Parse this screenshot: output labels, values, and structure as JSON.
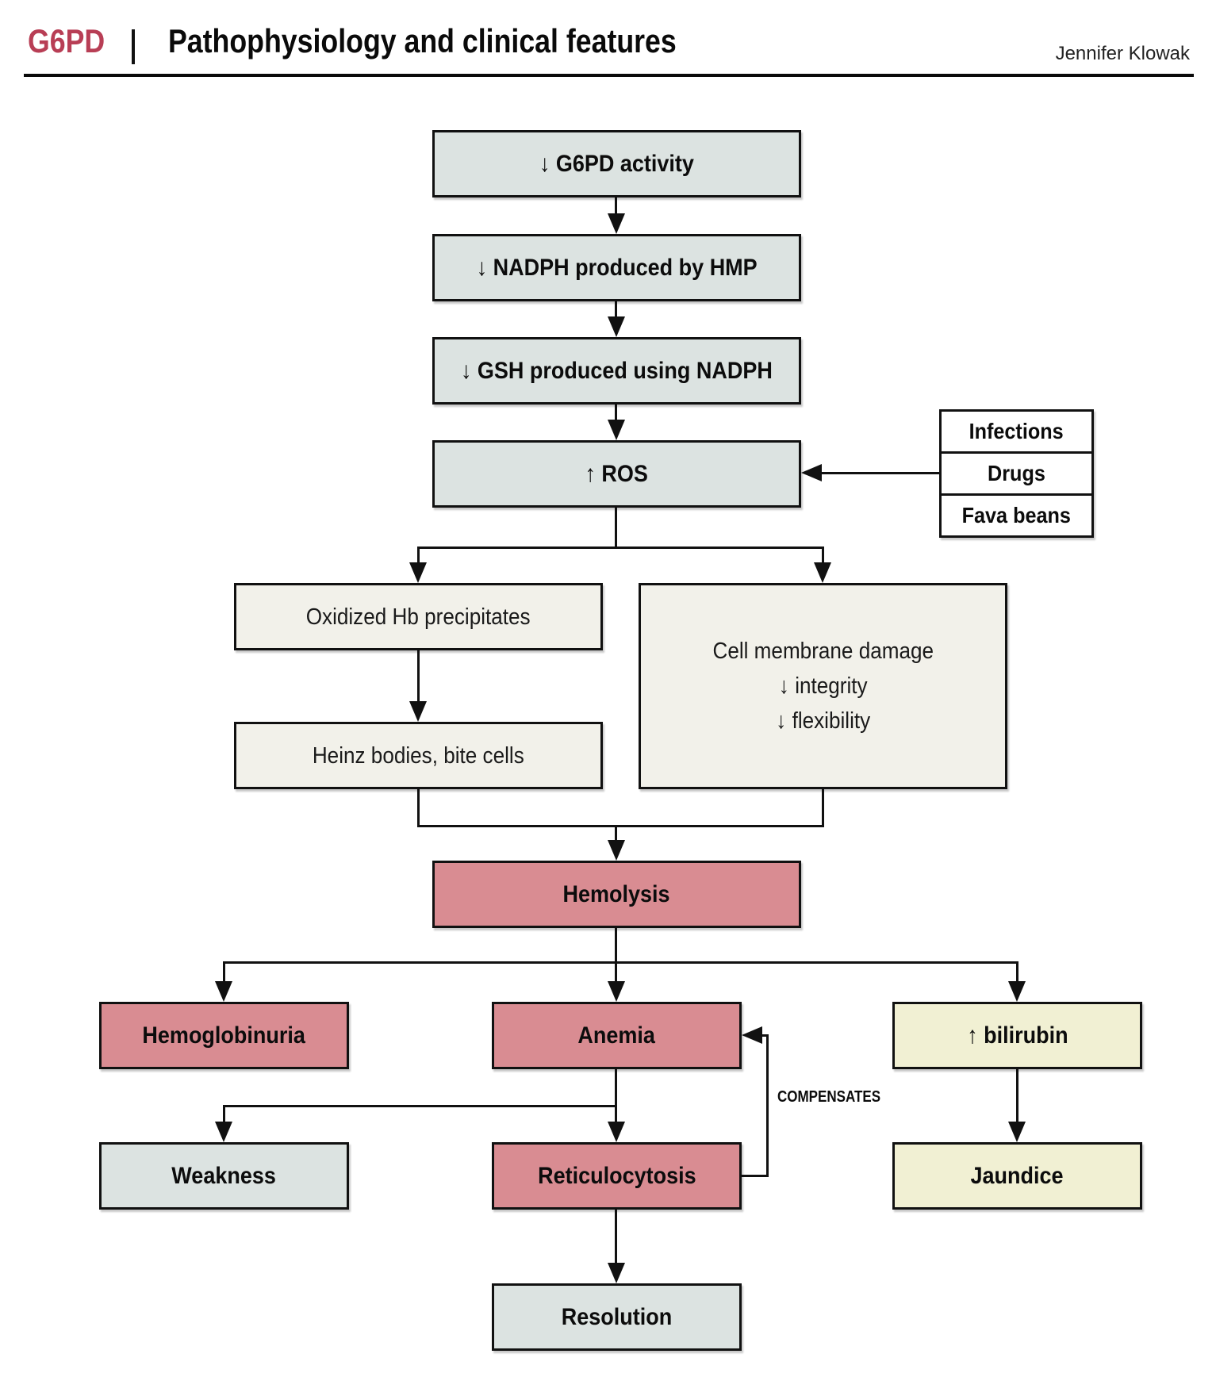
{
  "header": {
    "logo": "G6PD",
    "title": "Pathophysiology and clinical features",
    "author": "Jennifer Klowak"
  },
  "colors": {
    "accent_red": "#b83e55",
    "box_gray": "#dce3e1",
    "box_cream": "#f2f1ea",
    "box_pink": "#d98c92",
    "box_yellow": "#f1f0d3",
    "border": "#111111",
    "text": "#0d0d0d"
  },
  "nodes": {
    "g6pd_activity": "↓ G6PD activity",
    "nadph": "↓ NADPH produced by HMP",
    "gsh": "↓ GSH produced using NADPH",
    "ros": "↑ ROS",
    "triggers": [
      "Infections",
      "Drugs",
      "Fava beans"
    ],
    "oxidized": "Oxidized Hb precipitates",
    "membrane_lines": [
      "Cell membrane damage",
      "↓ integrity",
      "↓ flexibility"
    ],
    "heinz": "Heinz bodies, bite cells",
    "hemolysis": "Hemolysis",
    "hemoglobinuria": "Hemoglobinuria",
    "anemia": "Anemia",
    "bilirubin": "↑ bilirubin",
    "weakness": "Weakness",
    "reticulocytosis": "Reticulocytosis",
    "jaundice": "Jaundice",
    "resolution": "Resolution"
  },
  "labels": {
    "compensates": "COMPENSATES"
  },
  "edges": [
    {
      "from": "↓ G6PD activity",
      "to": "↓ NADPH produced by HMP"
    },
    {
      "from": "↓ NADPH produced by HMP",
      "to": "↓ GSH produced using NADPH"
    },
    {
      "from": "↓ GSH produced using NADPH",
      "to": "↑ ROS"
    },
    {
      "from": "Infections / Drugs / Fava beans",
      "to": "↑ ROS"
    },
    {
      "from": "↑ ROS",
      "to": "Oxidized Hb precipitates"
    },
    {
      "from": "↑ ROS",
      "to": "Cell membrane damage"
    },
    {
      "from": "Oxidized Hb precipitates",
      "to": "Heinz bodies, bite cells"
    },
    {
      "from": "Heinz bodies, bite cells",
      "to": "Hemolysis"
    },
    {
      "from": "Cell membrane damage",
      "to": "Hemolysis"
    },
    {
      "from": "Hemolysis",
      "to": "Hemoglobinuria"
    },
    {
      "from": "Hemolysis",
      "to": "Anemia"
    },
    {
      "from": "Hemolysis",
      "to": "↑ bilirubin"
    },
    {
      "from": "Anemia",
      "to": "Weakness"
    },
    {
      "from": "Anemia",
      "to": "Reticulocytosis"
    },
    {
      "from": "Reticulocytosis",
      "to": "Anemia",
      "label": "COMPENSATES"
    },
    {
      "from": "↑ bilirubin",
      "to": "Jaundice"
    },
    {
      "from": "Reticulocytosis",
      "to": "Resolution"
    }
  ]
}
